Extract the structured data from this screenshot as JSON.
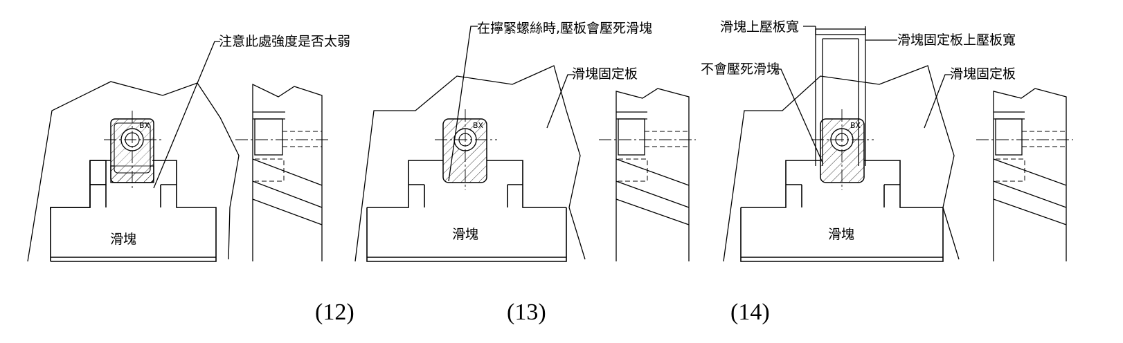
{
  "figures": [
    {
      "caption": "(12)",
      "labels": {
        "note": "注意此處強度是否太弱",
        "slider": "滑塊",
        "bx": "BX"
      }
    },
    {
      "caption": "(13)",
      "labels": {
        "note": "在擰緊螺絲時,壓板會壓死滑塊",
        "plate": "滑塊固定板",
        "slider": "滑塊",
        "bx": "BX"
      }
    },
    {
      "caption": "(14)",
      "labels": {
        "top_width": "滑塊上壓板寬",
        "plate_width": "滑塊固定板上壓板寬",
        "no_crush": "不會壓死滑塊",
        "plate": "滑塊固定板",
        "slider": "滑塊",
        "bx": "BX"
      }
    }
  ]
}
